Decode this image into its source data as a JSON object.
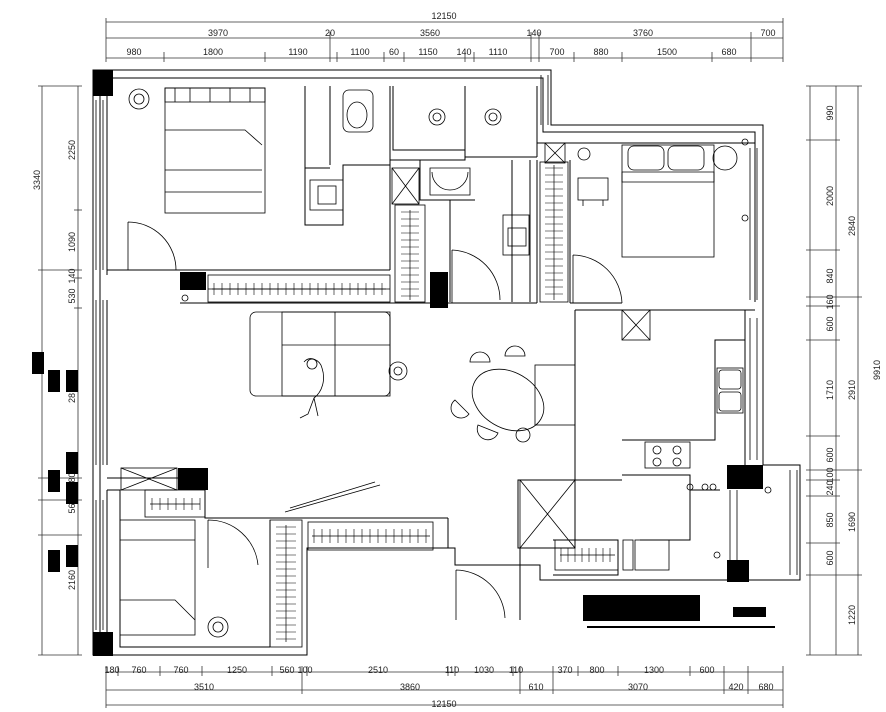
{
  "dimensions": {
    "top_total": "12150",
    "top_row1": [
      "3970",
      "20",
      "3560",
      "140",
      "3760",
      "700"
    ],
    "top_row2": [
      "980",
      "1800",
      "1190",
      "1100",
      "60",
      "1150",
      "140",
      "1110",
      "700",
      "880",
      "1500",
      "680"
    ],
    "bottom_row1": [
      "180",
      "760",
      "760",
      "1250",
      "560",
      "100",
      "2510",
      "110",
      "1030",
      "110",
      "370",
      "800",
      "1300",
      "600"
    ],
    "bottom_row2": [
      "3510",
      "3860",
      "610",
      "3070",
      "420",
      "680"
    ],
    "bottom_total": "12150",
    "left_outer": [
      "3340",
      "28",
      "280",
      "560",
      "2160"
    ],
    "left_inner": [
      "2250",
      "1090",
      "140",
      "530"
    ],
    "right_inner": [
      "990",
      "2000",
      "840",
      "160",
      "600",
      "1710",
      "600",
      "100",
      "240",
      "850",
      "600"
    ],
    "right_outer": [
      "2840",
      "2910",
      "1690",
      "1220"
    ],
    "right_total": "9910"
  }
}
